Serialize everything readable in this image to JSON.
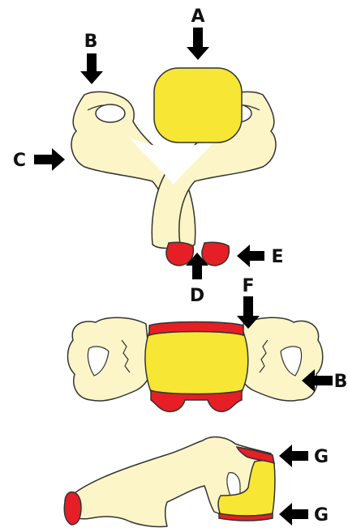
{
  "colors": {
    "bone": "#fbf5c8",
    "vertebral_body": "#f7e633",
    "cartilage": "#e51f25",
    "outline": "#333333",
    "arrow": "#000000"
  },
  "labels": {
    "a": "A",
    "b_top": "B",
    "c": "C",
    "d": "D",
    "e": "E",
    "f": "F",
    "b_side": "B",
    "g_top": "G",
    "g_bottom": "G"
  }
}
